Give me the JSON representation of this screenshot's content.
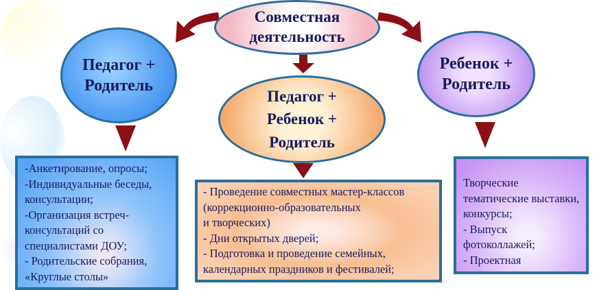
{
  "top": {
    "title": "Совместная деятельность"
  },
  "left": {
    "title": "Педагог + Родитель",
    "items": "-Анкетирование, опросы;\n-Индивидуальные беседы, консультации;\n-Организация встреч-консультаций со специалистами ДОУ;\n- Родительские собрания,\n«Круглые столы»"
  },
  "center": {
    "title": "Педагог + Ребенок + Родитель",
    "items": "- Проведение совместных мастер-классов (коррекционно-образовательных\n и творческих)\n- Дни открытых дверей;\n- Подготовка и проведение семейных, календарных праздников и фестивалей;"
  },
  "right": {
    "title": "Ребенок + Родитель",
    "items": " Творческие тематические выставки, конкурсы;\n- Выпуск фотоколлажей;\n- Проектная"
  },
  "colors": {
    "arrow": "#8b0f14",
    "border": "#2a6e9a",
    "text": "#1a1a5e"
  }
}
